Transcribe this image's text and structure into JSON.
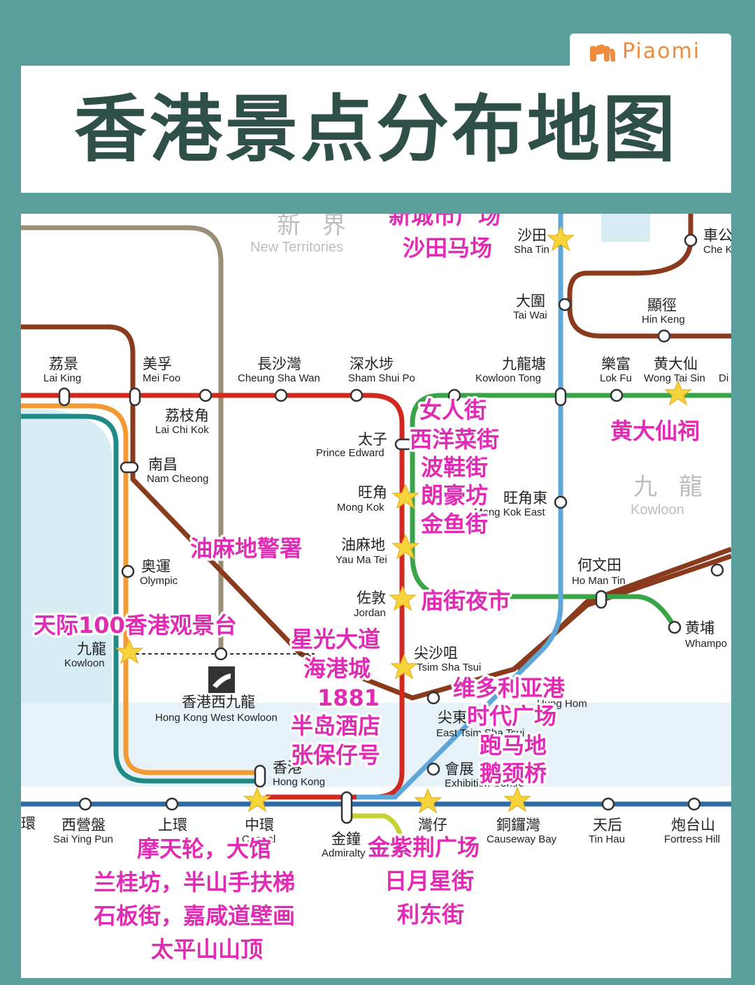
{
  "header": {
    "brand": "Piaomi",
    "title": "香港景点分布地图"
  },
  "colors": {
    "frame": "#5b9f9c",
    "title_text": "#2f5048",
    "brand": "#f08a3c",
    "attraction_text": "#e02bb4",
    "line_tsuen_wan": "#d1291f",
    "line_tuen_ma": "#8a3b1e",
    "line_kwun_tong": "#3aa548",
    "line_east_rail": "#5ea8d9",
    "line_island": "#2d6aa3",
    "line_tung_chung": "#f29a34",
    "line_airport": "#1f8a86",
    "line_south_island": "#c5d136",
    "line_tseung_kwan_o": "#9b8e76",
    "water": "#d8ecf4"
  },
  "regions": {
    "new_territories": {
      "cn": "新 界",
      "en": "New Territories"
    },
    "kowloon": {
      "cn": "九 龍",
      "en": "Kowloon"
    }
  },
  "stations": {
    "sha_tin": {
      "cn": "沙田",
      "en": "Sha Tin"
    },
    "che_kung": {
      "cn": "車公",
      "en": "Che K"
    },
    "tai_wai": {
      "cn": "大圍",
      "en": "Tai Wai"
    },
    "hin_keng": {
      "cn": "顯徑",
      "en": "Hin Keng"
    },
    "lai_king": {
      "cn": "荔景",
      "en": "Lai King"
    },
    "mei_foo": {
      "cn": "美孚",
      "en": "Mei Foo"
    },
    "cheung_sha_wan": {
      "cn": "長沙灣",
      "en": "Cheung Sha Wan"
    },
    "sham_shui_po": {
      "cn": "深水埗",
      "en": "Sham Shui Po"
    },
    "kowloon_tong": {
      "cn": "九龍塘",
      "en": "Kowloon Tong"
    },
    "lok_fu": {
      "cn": "樂富",
      "en": "Lok Fu"
    },
    "wong_tai_sin": {
      "cn": "黄大仙",
      "en": "Wong Tai Sin"
    },
    "diamond_hill": {
      "cn": "",
      "en": "Di"
    },
    "lai_chi_kok": {
      "cn": "荔枝角",
      "en": "Lai Chi Kok"
    },
    "prince_edward": {
      "cn": "太子",
      "en": "Prince Edward"
    },
    "nam_cheong": {
      "cn": "南昌",
      "en": "Nam Cheong"
    },
    "mong_kok": {
      "cn": "旺角",
      "en": "Mong Kok"
    },
    "mong_kok_east": {
      "cn": "旺角東",
      "en": "Mong Kok East"
    },
    "yau_ma_tei": {
      "cn": "油麻地",
      "en": "Yau Ma Tei"
    },
    "olympic": {
      "cn": "奥運",
      "en": "Olympic"
    },
    "ho_man_tin": {
      "cn": "何文田",
      "en": "Ho Man Tin"
    },
    "jordan": {
      "cn": "佐敦",
      "en": "Jordan"
    },
    "whampoa": {
      "cn": "黄埔",
      "en": "Whampo"
    },
    "kowloon": {
      "cn": "九龍",
      "en": "Kowloon"
    },
    "tsim_sha_tsui": {
      "cn": "尖沙咀",
      "en": "Tsim Sha Tsui"
    },
    "hung_hom": {
      "cn": "",
      "en": "Hung Hom"
    },
    "west_kowloon": {
      "cn": "香港西九龍",
      "en": "Hong Kong West Kowloon"
    },
    "east_tsim_sha_tsui": {
      "cn": "尖東",
      "en": "East Tsim Sha Tsui"
    },
    "hong_kong": {
      "cn": "香港",
      "en": "Hong Kong"
    },
    "exhibition": {
      "cn": "會展",
      "en": "Exhibition Centre"
    },
    "sheung_wan_partial": {
      "cn": "環",
      "en": ""
    },
    "sai_ying_pun": {
      "cn": "西營盤",
      "en": "Sai Ying Pun"
    },
    "sheung_wan": {
      "cn": "上環",
      "en": ""
    },
    "central": {
      "cn": "中環",
      "en": "Central"
    },
    "admiralty": {
      "cn": "金鐘",
      "en": "Admiralty"
    },
    "wan_chai": {
      "cn": "灣仔",
      "en": ""
    },
    "causeway_bay": {
      "cn": "銅鑼灣",
      "en": "Causeway Bay"
    },
    "tin_hau": {
      "cn": "天后",
      "en": "Tin Hau"
    },
    "fortress_hill": {
      "cn": "炮台山",
      "en": "Fortress Hill"
    }
  },
  "attractions": {
    "new_town_plaza": "新城市广场",
    "sha_tin_racecourse": "沙田马场",
    "ladies_market": "女人街",
    "sai_yeung_choi": "西洋菜街",
    "sneakers_street": "波鞋街",
    "langham_place": "朗豪坊",
    "goldfish_market": "金鱼街",
    "yau_ma_tei_police": "油麻地警署",
    "temple_street": "庙街夜市",
    "wong_tai_sin_temple": "黄大仙祠",
    "sky100": "天际100香港观景台",
    "avenue_of_stars": "星光大道",
    "harbour_city": "海港城",
    "heritage_1881": "1881",
    "peninsula": "半岛酒店",
    "cheung_po_tsai": "张保仔号",
    "victoria_harbour": "维多利亚港",
    "times_square": "时代广场",
    "happy_valley": "跑马地",
    "goose_neck_bridge": "鹅颈桥",
    "central_line1": "摩天轮，大馆",
    "central_line2": "兰桂坊，半山手扶梯",
    "central_line3": "石板街，嘉咸道壁画",
    "central_line4": "太平山山顶",
    "golden_bauhinia": "金紫荆广场",
    "wan_chai_line2": "日月星街",
    "wan_chai_line3": "利东街"
  }
}
